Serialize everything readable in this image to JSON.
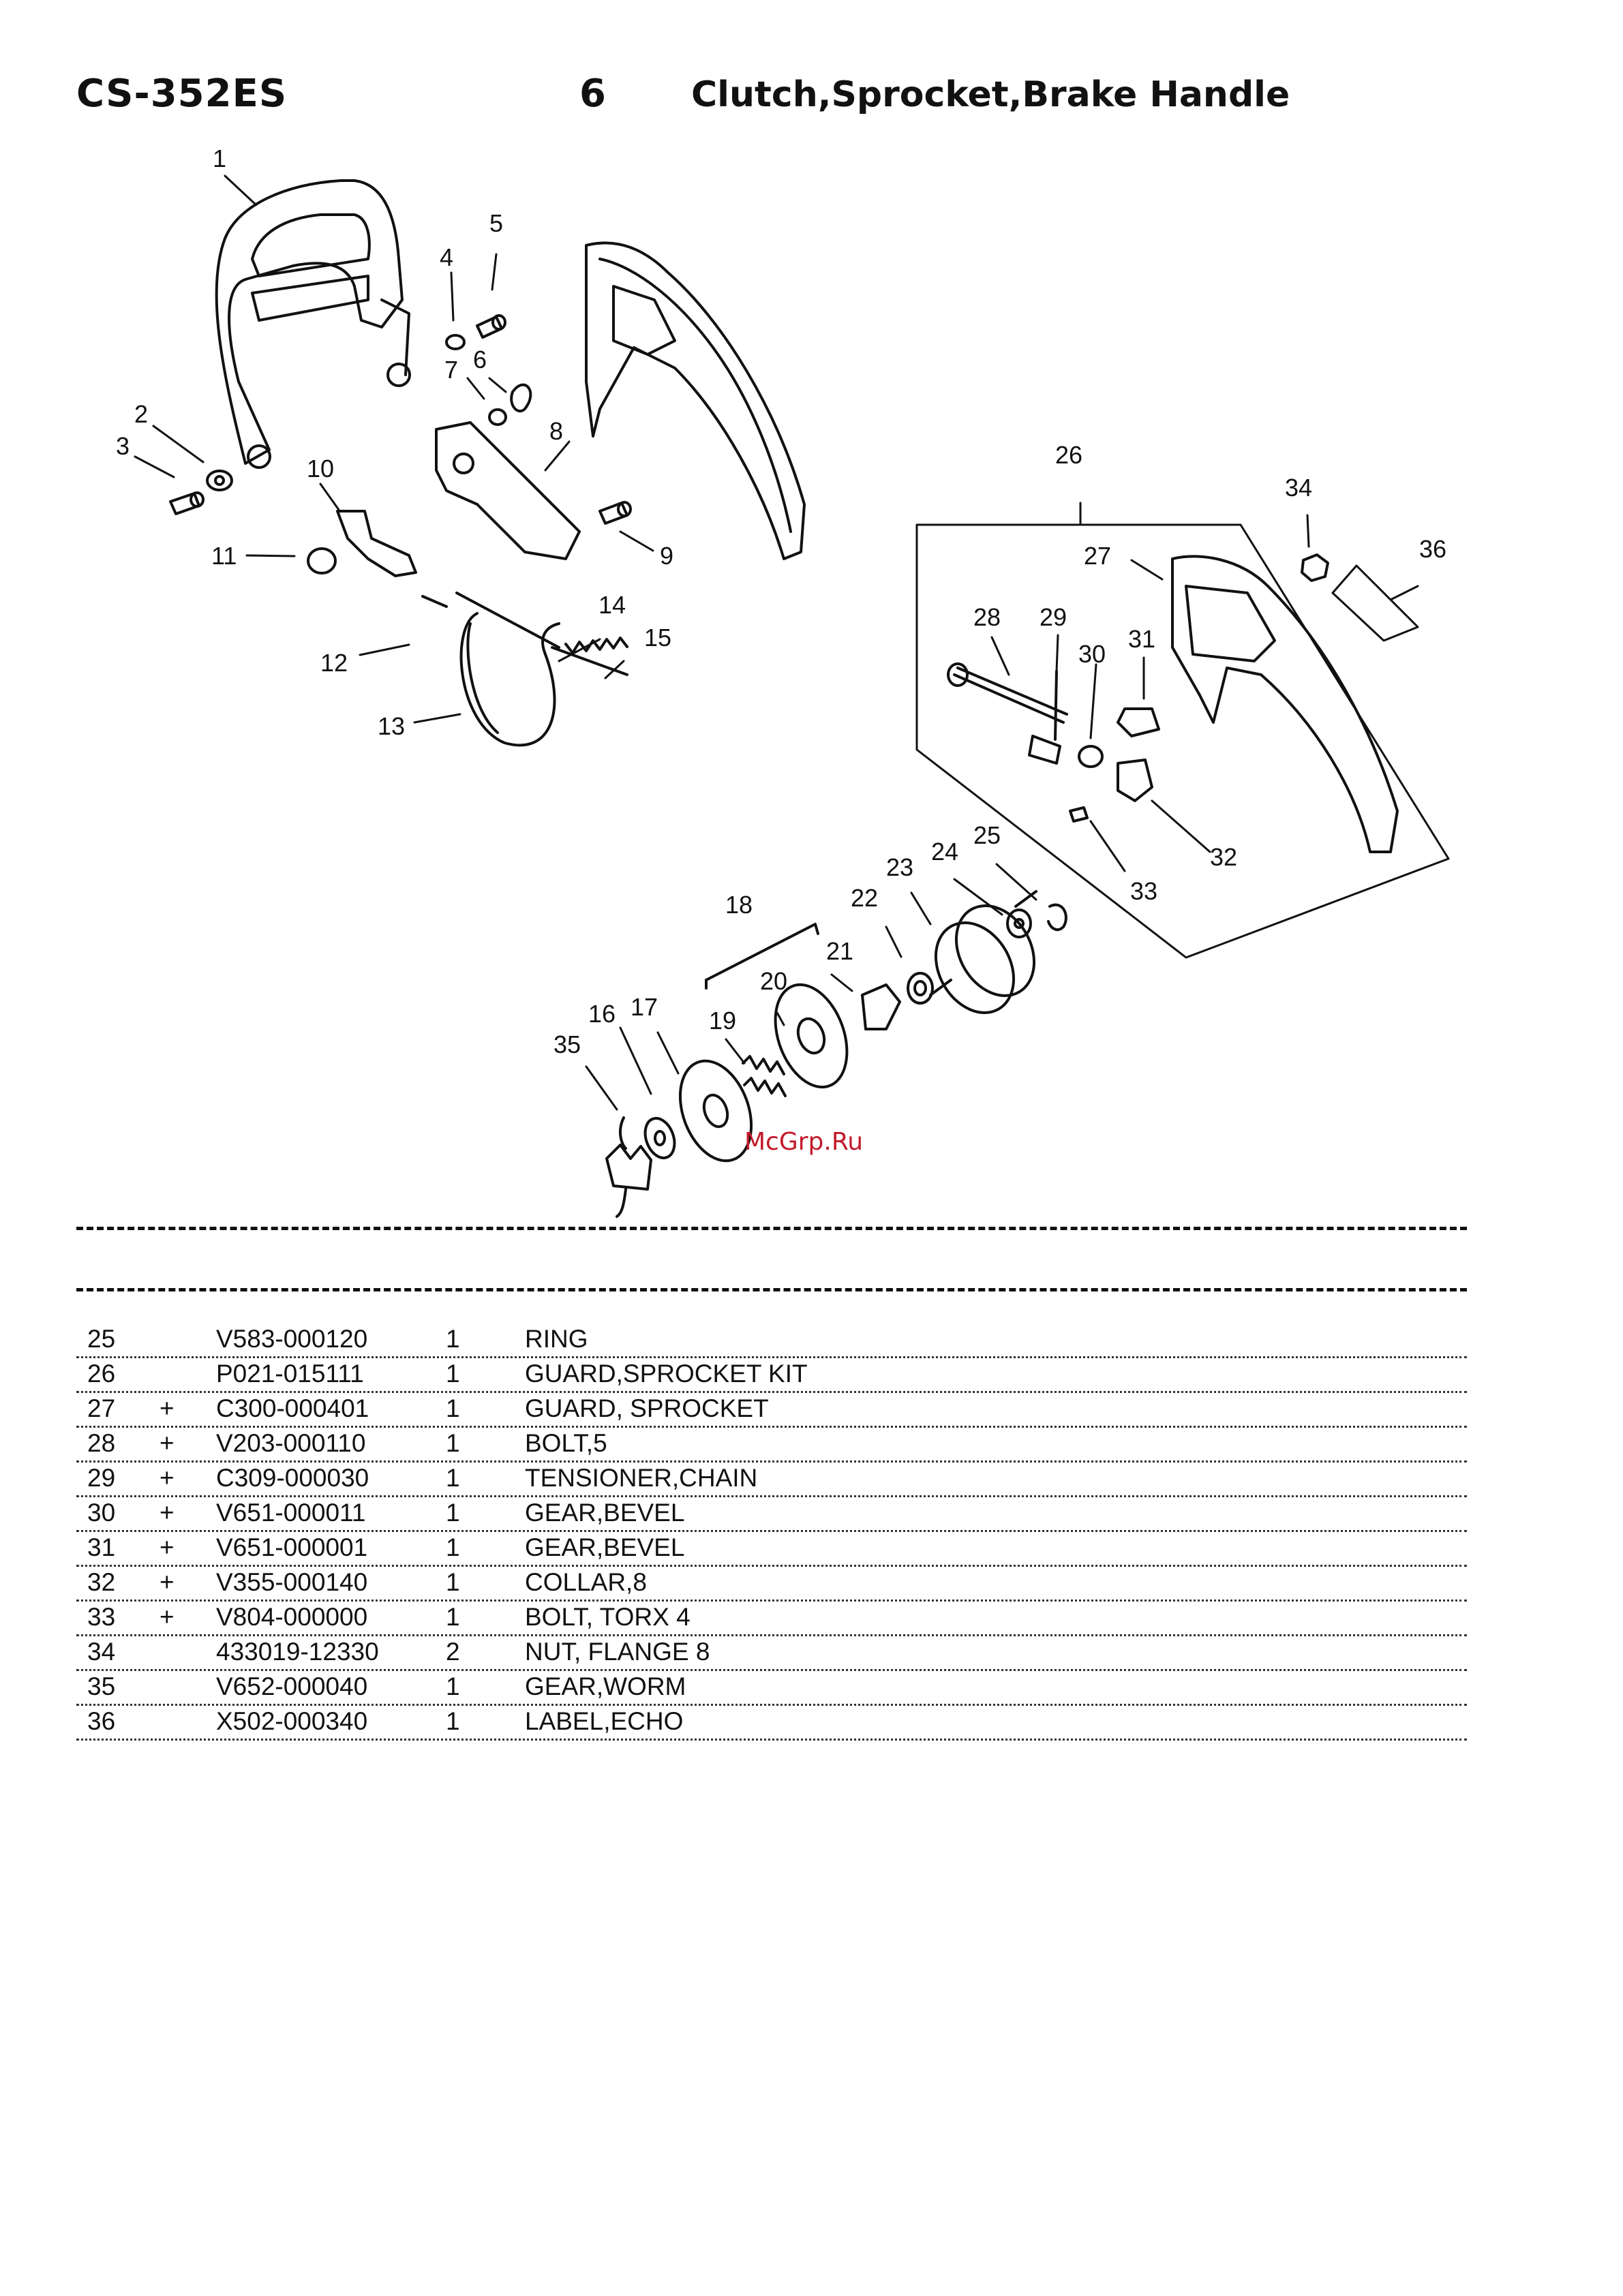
{
  "header": {
    "model": "CS-352ES",
    "section_number": "6",
    "section_title": "Clutch,Sprocket,Brake Handle"
  },
  "watermark": "McGrp.Ru",
  "callouts": [
    "1",
    "2",
    "3",
    "4",
    "5",
    "6",
    "7",
    "8",
    "9",
    "10",
    "11",
    "12",
    "13",
    "14",
    "15",
    "16",
    "17",
    "18",
    "19",
    "20",
    "21",
    "22",
    "23",
    "24",
    "25",
    "26",
    "27",
    "28",
    "29",
    "30",
    "31",
    "32",
    "33",
    "34",
    "35",
    "36"
  ],
  "parts": [
    {
      "no": "25",
      "mark": "",
      "part_number": "V583-000120",
      "qty": "1",
      "description": "RING"
    },
    {
      "no": "26",
      "mark": "",
      "part_number": "P021-015111",
      "qty": "1",
      "description": "GUARD,SPROCKET KIT"
    },
    {
      "no": "27",
      "mark": "+",
      "part_number": "C300-000401",
      "qty": "1",
      "description": "GUARD, SPROCKET"
    },
    {
      "no": "28",
      "mark": "+",
      "part_number": "V203-000110",
      "qty": "1",
      "description": "BOLT,5"
    },
    {
      "no": "29",
      "mark": "+",
      "part_number": "C309-000030",
      "qty": "1",
      "description": "TENSIONER,CHAIN"
    },
    {
      "no": "30",
      "mark": "+",
      "part_number": "V651-000011",
      "qty": "1",
      "description": "GEAR,BEVEL"
    },
    {
      "no": "31",
      "mark": "+",
      "part_number": "V651-000001",
      "qty": "1",
      "description": "GEAR,BEVEL"
    },
    {
      "no": "32",
      "mark": "+",
      "part_number": "V355-000140",
      "qty": "1",
      "description": "COLLAR,8"
    },
    {
      "no": "33",
      "mark": "+",
      "part_number": "V804-000000",
      "qty": "1",
      "description": "BOLT, TORX 4"
    },
    {
      "no": "34",
      "mark": "",
      "part_number": "433019-12330",
      "qty": "2",
      "description": "NUT, FLANGE  8"
    },
    {
      "no": "35",
      "mark": "",
      "part_number": "V652-000040",
      "qty": "1",
      "description": "GEAR,WORM"
    },
    {
      "no": "36",
      "mark": "",
      "part_number": "X502-000340",
      "qty": "1",
      "description": "LABEL,ECHO"
    }
  ]
}
